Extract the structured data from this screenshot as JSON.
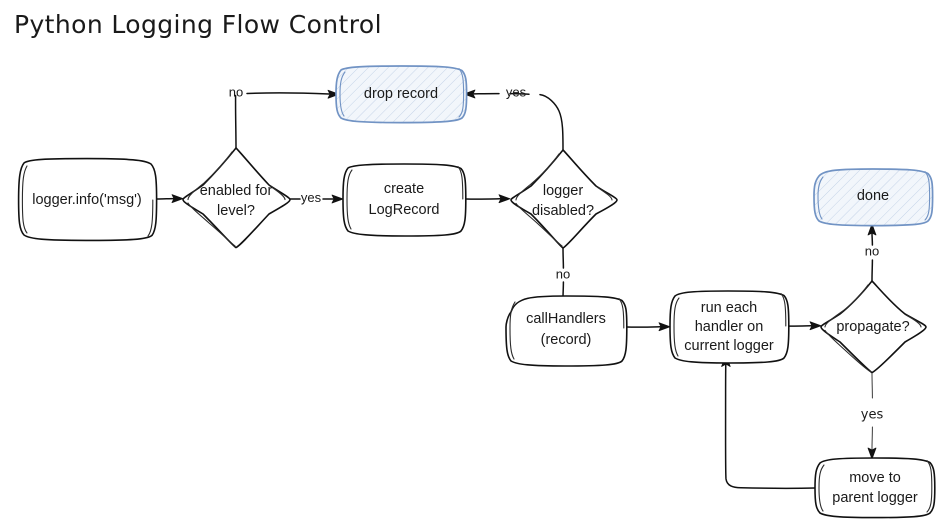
{
  "title": "Python Logging Flow Control",
  "theme": {
    "background": "#ffffff",
    "node_stroke": "#111111",
    "node_fill": "#ffffff",
    "terminal_stroke": "#7193c4",
    "terminal_fill": "#f2f6fb",
    "text": "#1a1a1a"
  },
  "diagram": {
    "type": "flowchart",
    "nodes": [
      {
        "id": "start",
        "shape": "rounded-rect",
        "style": "plain",
        "label": "logger.info('msg')",
        "lines": [
          "logger.info('msg')"
        ]
      },
      {
        "id": "enabled",
        "shape": "diamond",
        "style": "plain",
        "label": "enabled for level?",
        "lines": [
          "enabled for",
          "level?"
        ]
      },
      {
        "id": "drop",
        "shape": "rounded-rect",
        "style": "terminal",
        "label": "drop record",
        "lines": [
          "drop record"
        ]
      },
      {
        "id": "create",
        "shape": "rounded-rect",
        "style": "plain",
        "label": "create LogRecord",
        "lines": [
          "create",
          "LogRecord"
        ]
      },
      {
        "id": "disabled",
        "shape": "diamond",
        "style": "plain",
        "label": "logger disabled?",
        "lines": [
          "logger",
          "disabled?"
        ]
      },
      {
        "id": "callhandlers",
        "shape": "rounded-rect",
        "style": "plain",
        "label": "callHandlers (record)",
        "lines": [
          "callHandlers",
          "(record)"
        ]
      },
      {
        "id": "runhandlers",
        "shape": "rounded-rect",
        "style": "plain",
        "label": "run each handler on current logger",
        "lines": [
          "run each",
          "handler on",
          "current logger"
        ]
      },
      {
        "id": "propagate",
        "shape": "diamond",
        "style": "plain",
        "label": "propagate?",
        "lines": [
          "propagate?"
        ]
      },
      {
        "id": "done",
        "shape": "rounded-rect",
        "style": "terminal",
        "label": "done",
        "lines": [
          "done"
        ]
      },
      {
        "id": "moveparent",
        "shape": "rounded-rect",
        "style": "plain",
        "label": "move to parent logger",
        "lines": [
          "move to",
          "parent logger"
        ]
      }
    ],
    "edges": [
      {
        "from": "start",
        "to": "enabled",
        "label": ""
      },
      {
        "from": "enabled",
        "to": "drop",
        "label": "no"
      },
      {
        "from": "enabled",
        "to": "create",
        "label": "yes"
      },
      {
        "from": "create",
        "to": "disabled",
        "label": ""
      },
      {
        "from": "disabled",
        "to": "drop",
        "label": "yes"
      },
      {
        "from": "disabled",
        "to": "callhandlers",
        "label": "no"
      },
      {
        "from": "callhandlers",
        "to": "runhandlers",
        "label": ""
      },
      {
        "from": "runhandlers",
        "to": "propagate",
        "label": ""
      },
      {
        "from": "propagate",
        "to": "done",
        "label": "no"
      },
      {
        "from": "propagate",
        "to": "moveparent",
        "label": "yes"
      },
      {
        "from": "moveparent",
        "to": "runhandlers",
        "label": ""
      }
    ]
  }
}
